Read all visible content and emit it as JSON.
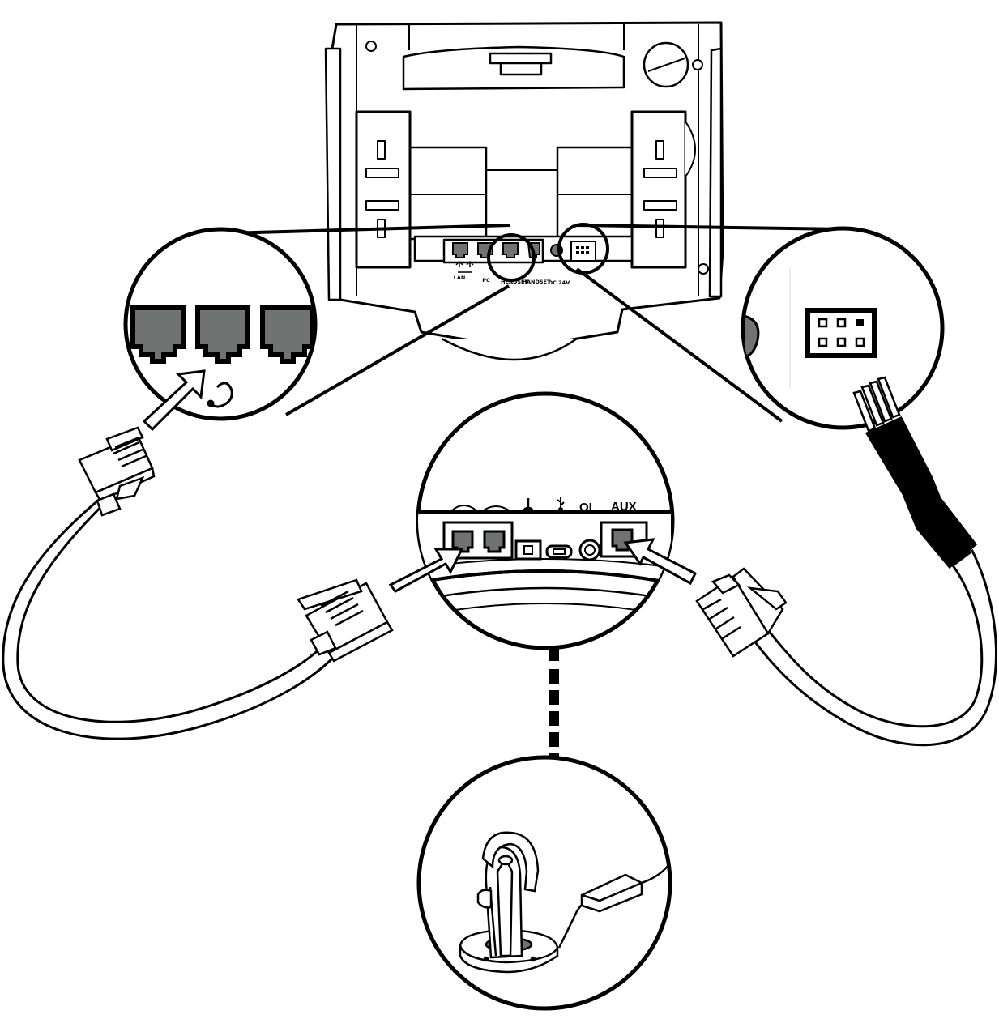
{
  "phone": {
    "port_labels": [
      "LAN",
      "PC",
      "HEADSET",
      "HANDSET",
      "DC 24V"
    ]
  },
  "base": {
    "port_labels": [
      "OL",
      "AUX"
    ]
  },
  "colors": {
    "ink": "#000000",
    "port_fill": "#6f7371",
    "background": "#ffffff",
    "cable_fill": "#ffffff"
  },
  "icons": [
    "headset-icon",
    "usb-icon",
    "phone-handset-icon",
    "microphone-icon",
    "wireless-headset-icon",
    "ehs-cable-icon",
    "rj9-plug-icon"
  ]
}
